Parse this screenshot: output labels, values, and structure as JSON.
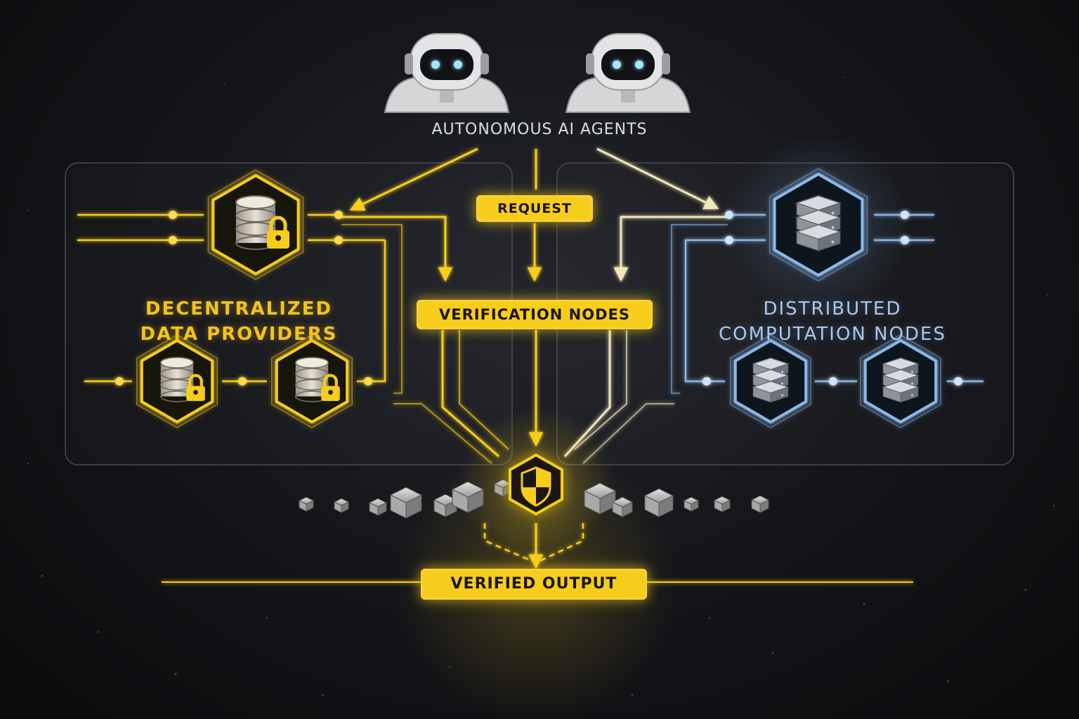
{
  "agents": {
    "title": "AUTONOMOUS AI AGENTS",
    "robot_icons": [
      "robot-icon",
      "robot-icon"
    ]
  },
  "labels": {
    "request": "REQUEST",
    "verification_nodes": "VERIFICATION NODES",
    "verified_output": "VERIFIED OUTPUT"
  },
  "providers": {
    "title_line1": "DECENTRALIZED",
    "title_line2": "DATA PROVIDERS",
    "icon": "database-lock-icon"
  },
  "computation": {
    "title_line1": "DISTRIBUTED",
    "title_line2": "COMPUTATION NODES",
    "icon": "server-stack-icon"
  },
  "chain": {
    "icon": "shield-icon",
    "block_icon": "cube-icon"
  },
  "colors": {
    "gold": "#f7cd1d",
    "blue": "#8ab8ea",
    "background": "#141519",
    "text_light": "#d9dee6"
  }
}
